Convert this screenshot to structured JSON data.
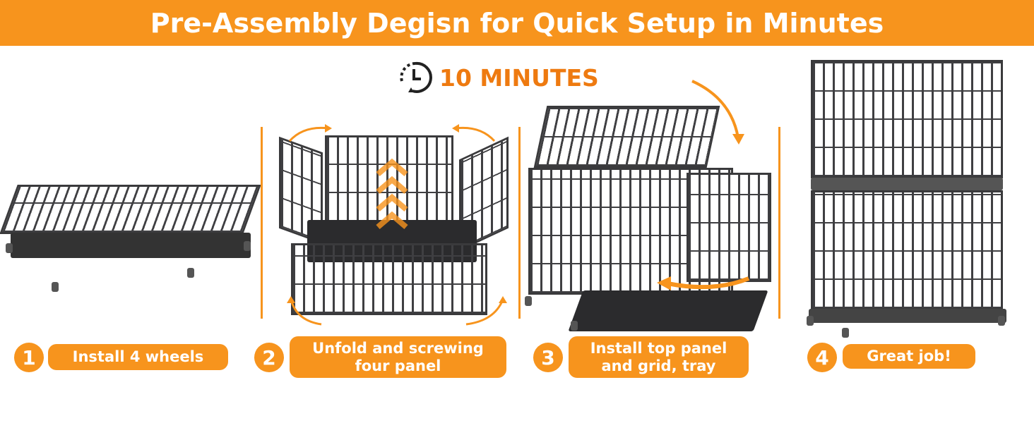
{
  "header": {
    "title": "Pre-Assembly Degisn for Quick Setup in Minutes"
  },
  "timer": {
    "icon": "clock-icon",
    "label": "10 MINUTES"
  },
  "colors": {
    "accent": "#F7941D",
    "timer_text": "#EE7A10",
    "metal": "#3a3a3c"
  },
  "steps": [
    {
      "number": "1",
      "label": "Install 4 wheels"
    },
    {
      "number": "2",
      "label": "Unfold and screwing four panel"
    },
    {
      "number": "3",
      "label": "Install top panel and grid, tray"
    },
    {
      "number": "4",
      "label": "Great job!"
    }
  ]
}
